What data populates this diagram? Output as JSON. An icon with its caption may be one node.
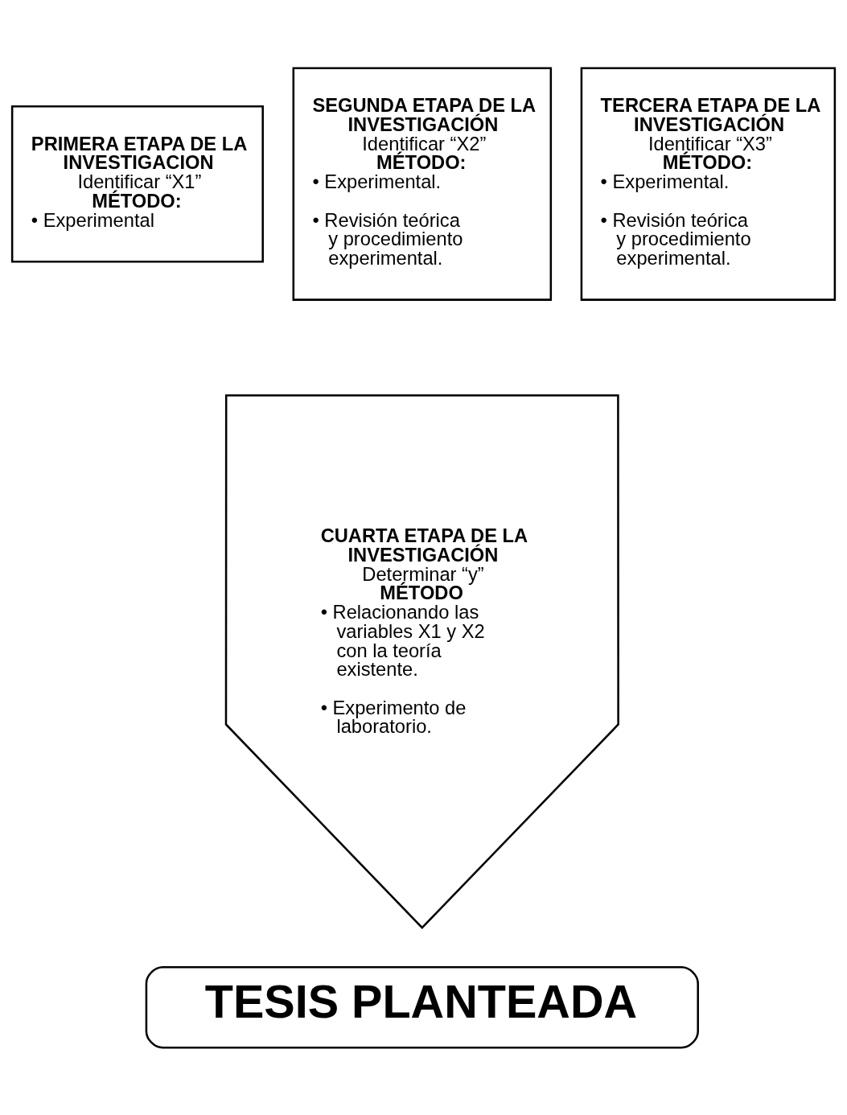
{
  "diagram": {
    "nodes": [
      {
        "text": [
          "PRIMERA ETAPA DE LA INVESTIGACION",
          "Identificar “X1”",
          "MÉTODO:",
          "• Experimental"
        ]
      },
      {
        "text": [
          "SEGUNDA ETAPA DE LA INVESTIGACIÓN",
          "Identificar “X2”",
          "MÉTODO:",
          "• Experimental.",
          "• Revisión teórica y procedimiento experimental."
        ]
      },
      {
        "text": [
          "TERCERA ETAPA DE LA INVESTIGACIÓN",
          "Identificar “X3”",
          "MÉTODO:",
          "• Experimental.",
          "• Revisión teórica y procedimiento experimental."
        ]
      },
      {
        "text": [
          "CUARTA ETAPA DE LA INVESTIGACIÓN",
          "Determinar “y”",
          "MÉTODO",
          "• Relacionando las variables X1 y X2 con la teoría existente.",
          "• Experimento de laboratorio."
        ]
      },
      {
        "text": [
          "TESIS PLANTEADA"
        ]
      }
    ]
  }
}
